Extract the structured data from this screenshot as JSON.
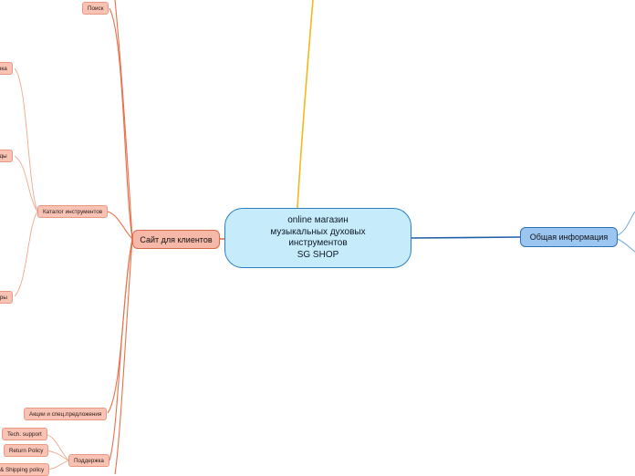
{
  "root": {
    "lines": [
      "online магазин",
      "музыкальных духовых",
      "инструментов",
      "SG SHOP"
    ]
  },
  "branches": {
    "clients_site": "Сайт для клиентов",
    "general_info": "Общая информация"
  },
  "leaves": {
    "search": "Поиск",
    "catalog": "Каталог инструментов",
    "catalog_item_1": "вка",
    "catalog_item_2": "нды",
    "catalog_item_3": "тры",
    "promotions": "Акции и спец.предложения",
    "support": "Поддержка",
    "tech_support": "Tech. support",
    "return_policy": "Return Policy",
    "shipping_policy": "& Shipping policy"
  },
  "colors": {
    "red_branch": "#e8704a",
    "red_light": "#f2a68f",
    "blue_branch": "#1f5fa8",
    "blue_light": "#6ea7e0",
    "yellow_branch": "#f2b71c",
    "root_fill": "#c6ecfb",
    "root_border": "#2d7fc4"
  }
}
